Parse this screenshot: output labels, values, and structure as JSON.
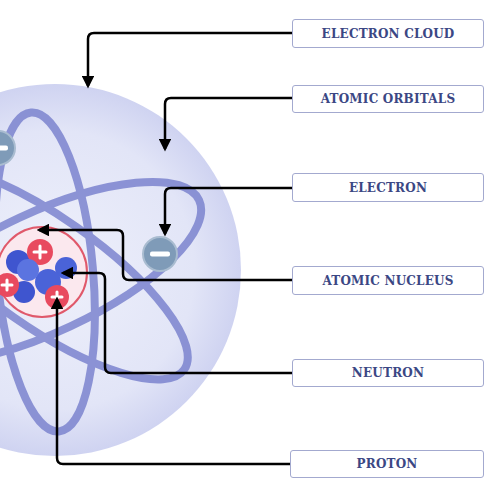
{
  "diagram": {
    "nodes": [
      {
        "text": [
          "ELECTRON CLOUD"
        ]
      },
      {
        "text": [
          "ATOMIC ORBITALS"
        ]
      },
      {
        "text": [
          "ELECTRON"
        ]
      },
      {
        "text": [
          "ATOMIC NUCLEUS"
        ]
      },
      {
        "text": [
          "NEUTRON"
        ]
      },
      {
        "text": [
          "PROTON"
        ]
      }
    ]
  }
}
